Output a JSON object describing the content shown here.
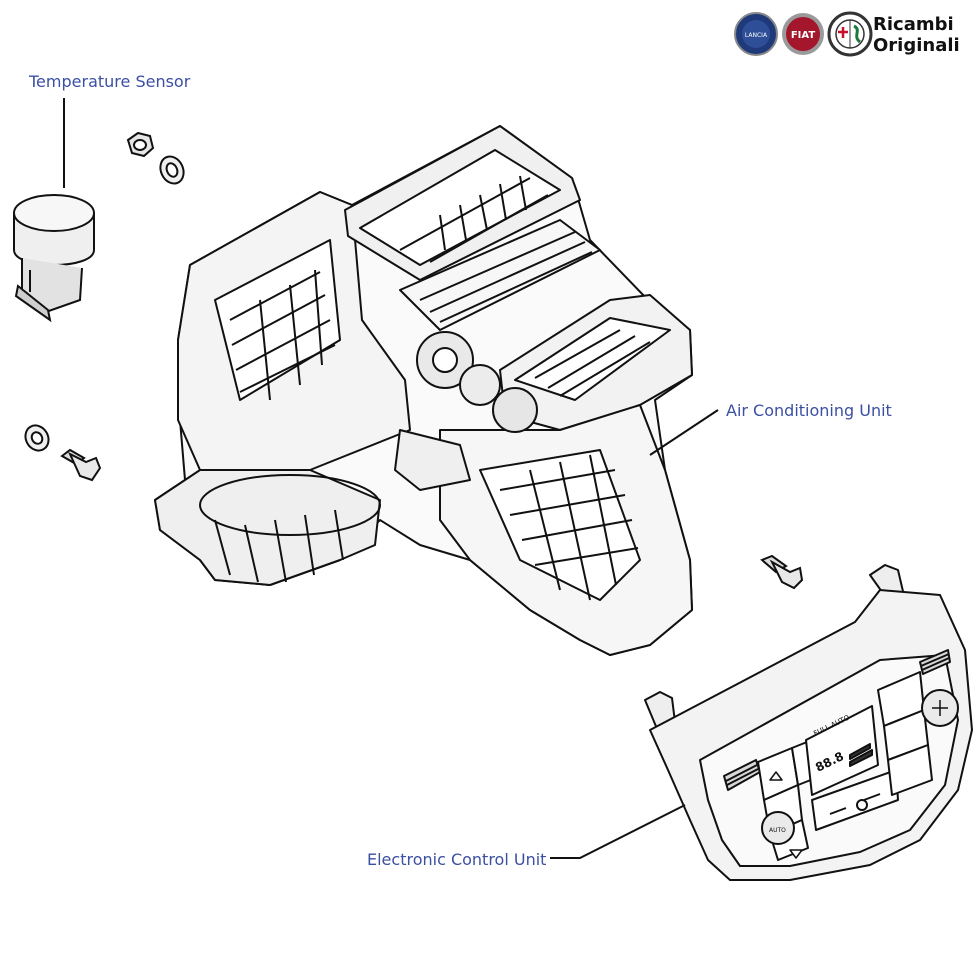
{
  "brand": {
    "line1": "Ricambi",
    "line2": "Originali",
    "logos": [
      "lancia-logo",
      "fiat-logo",
      "alfa-romeo-logo"
    ],
    "logo_text": {
      "lancia": "LANCIA",
      "fiat": "FIAT"
    }
  },
  "labels": {
    "temperature_sensor": "Temperature Sensor",
    "air_conditioning_unit": "Air Conditioning Unit",
    "electronic_control_unit": "Electronic Control Unit"
  },
  "panel": {
    "mode_text": "FULL AUTO",
    "temp_display": "88.8",
    "auto_button": "AUTO"
  },
  "colors": {
    "label": "#3b4fa3",
    "line": "#111111",
    "fiat_red": "#a3162b",
    "lancia_blue": "#1f3a7a",
    "alfa_green": "#1a7a3a"
  }
}
